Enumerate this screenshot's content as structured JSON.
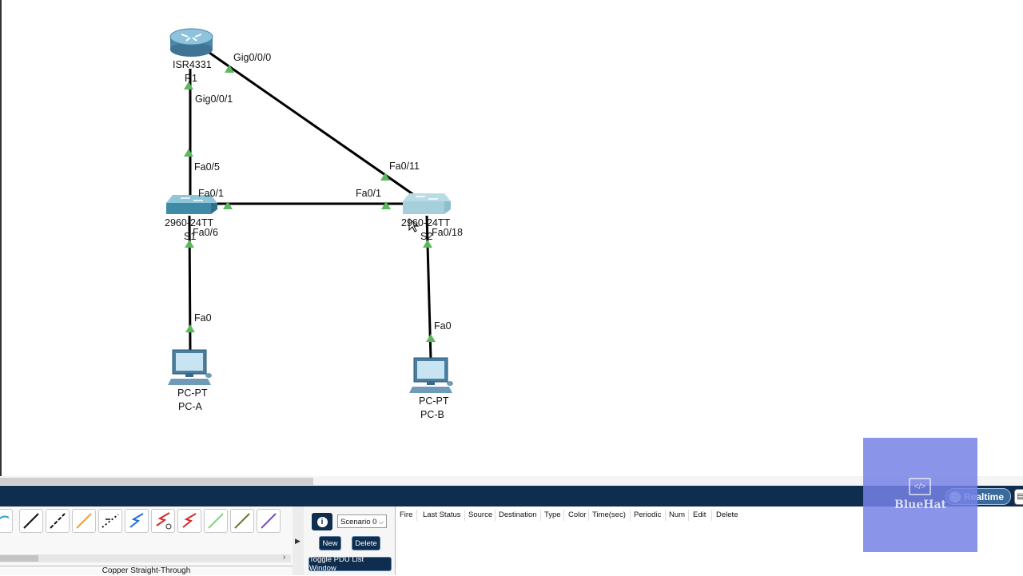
{
  "devices": {
    "router": {
      "model": "ISR4331",
      "name": "R1"
    },
    "switch1": {
      "model": "2960-24TT",
      "name": "S1"
    },
    "switch2": {
      "model": "2960-24TT",
      "name": "S2"
    },
    "pc_a": {
      "model": "PC-PT",
      "name": "PC-A"
    },
    "pc_b": {
      "model": "PC-PT",
      "name": "PC-B"
    }
  },
  "ports": {
    "r1_g000": "Gig0/0/0",
    "r1_g001": "Gig0/0/1",
    "s1_fa05": "Fa0/5",
    "s1_fa01": "Fa0/1",
    "s1_fa06": "Fa0/6",
    "s2_fa011": "Fa0/11",
    "s2_fa01": "Fa0/1",
    "s2_fa018": "Fa0/18",
    "pca_fa0": "Fa0",
    "pcb_fa0": "Fa0"
  },
  "mode": {
    "realtime": "Realtime"
  },
  "tools": {
    "selected_connection": "Copper Straight-Through",
    "icons": [
      "auto-connection-icon",
      "console-cable-icon",
      "copper-straight-through-icon",
      "copper-cross-over-icon",
      "fiber-icon",
      "phone-cable-icon",
      "coaxial-icon",
      "serial-dce-icon",
      "serial-dte-icon",
      "octal-icon",
      "iot-custom-cable-icon",
      "usb-cable-icon"
    ]
  },
  "scenario": {
    "selected": "Scenario 0",
    "new_label": "New",
    "delete_label": "Delete",
    "toggle_label": "Toggle PDU List Window"
  },
  "pdu_columns": [
    "Fire",
    "Last Status",
    "Source",
    "Destination",
    "Type",
    "Color",
    "Time(sec)",
    "Periodic",
    "Num",
    "Edit",
    "Delete"
  ],
  "watermark": {
    "text": "BlueHat",
    "icon": "code-monitor-icon"
  },
  "colors": {
    "link": "#000000",
    "link_up": "#5cb85c",
    "toolbar": "#0f2d4e",
    "router": "#5b9bbf",
    "switch": "#5a9ab5"
  }
}
